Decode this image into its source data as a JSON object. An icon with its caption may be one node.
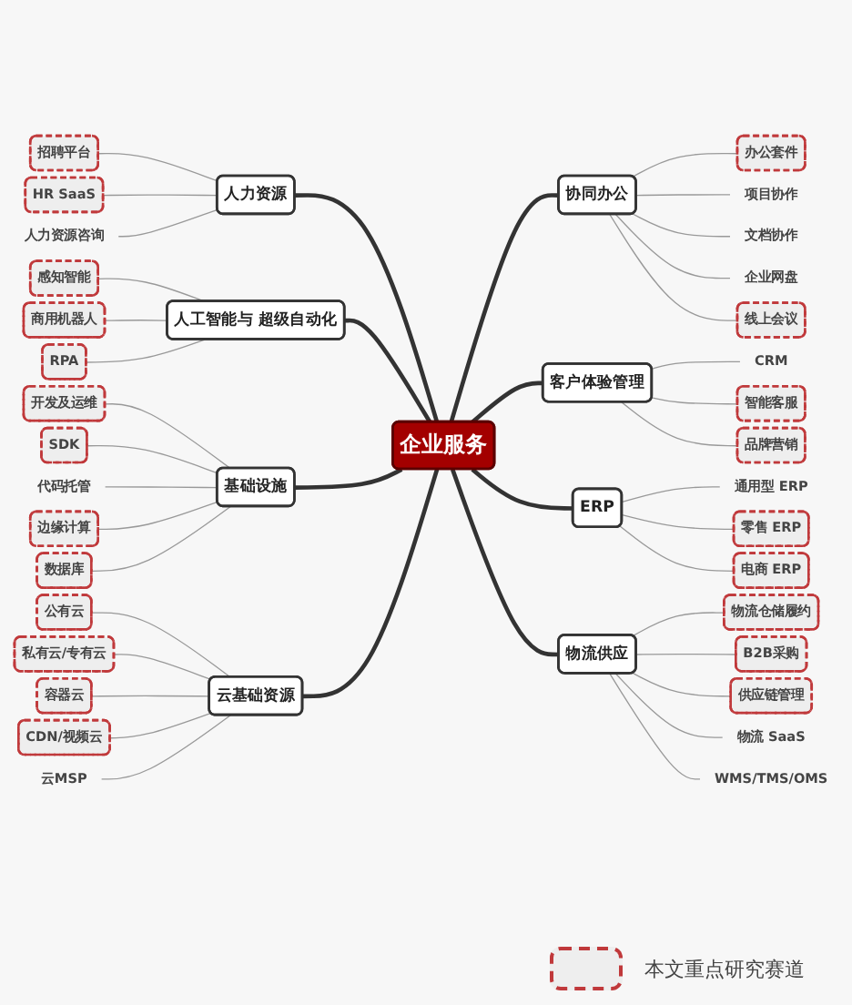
{
  "diagram": {
    "nodes": [
      {
        "text": [
          "企业服务"
        ]
      },
      {
        "text": [
          "人力资源"
        ]
      },
      {
        "text": [
          "招聘平台"
        ]
      },
      {
        "text": [
          "HR SaaS"
        ]
      },
      {
        "text": [
          "人力资源咨询"
        ]
      },
      {
        "text": [
          "人工智能与 超级自动化"
        ]
      },
      {
        "text": [
          "感知智能"
        ]
      },
      {
        "text": [
          "商用机器人"
        ]
      },
      {
        "text": [
          "RPA"
        ]
      },
      {
        "text": [
          "基础设施"
        ]
      },
      {
        "text": [
          "开发及运维"
        ]
      },
      {
        "text": [
          "SDK"
        ]
      },
      {
        "text": [
          "代码托管"
        ]
      },
      {
        "text": [
          "边缘计算"
        ]
      },
      {
        "text": [
          "数据库"
        ]
      },
      {
        "text": [
          "云基础资源"
        ]
      },
      {
        "text": [
          "公有云"
        ]
      },
      {
        "text": [
          "私有云/专有云"
        ]
      },
      {
        "text": [
          "容器云"
        ]
      },
      {
        "text": [
          "CDN/视频云"
        ]
      },
      {
        "text": [
          "云MSP"
        ]
      },
      {
        "text": [
          "协同办公"
        ]
      },
      {
        "text": [
          "办公套件"
        ]
      },
      {
        "text": [
          "项目协作"
        ]
      },
      {
        "text": [
          "文档协作"
        ]
      },
      {
        "text": [
          "企业网盘"
        ]
      },
      {
        "text": [
          "线上会议"
        ]
      },
      {
        "text": [
          "客户体验管理"
        ]
      },
      {
        "text": [
          "CRM"
        ]
      },
      {
        "text": [
          "智能客服"
        ]
      },
      {
        "text": [
          "品牌营销"
        ]
      },
      {
        "text": [
          "ERP"
        ]
      },
      {
        "text": [
          "通用型 ERP"
        ]
      },
      {
        "text": [
          "零售 ERP"
        ]
      },
      {
        "text": [
          "电商 ERP"
        ]
      },
      {
        "text": [
          "物流供应"
        ]
      },
      {
        "text": [
          "物流仓储履约"
        ]
      },
      {
        "text": [
          "B2B采购"
        ]
      },
      {
        "text": [
          "供应链管理"
        ]
      },
      {
        "text": [
          "物流 SaaS"
        ]
      },
      {
        "text": [
          "WMS/TMS/OMS"
        ]
      }
    ],
    "edges": [
      {
        "from": 0,
        "to": 1,
        "arrow": "none",
        "style": "thick",
        "color": "#333333"
      },
      {
        "from": 1,
        "to": 2,
        "arrow": "none"
      },
      {
        "from": 1,
        "to": 3,
        "arrow": "none"
      },
      {
        "from": 1,
        "to": 4,
        "arrow": "none"
      },
      {
        "from": 0,
        "to": 5,
        "arrow": "none",
        "style": "thick",
        "color": "#333333"
      },
      {
        "from": 5,
        "to": 6,
        "arrow": "none"
      },
      {
        "from": 5,
        "to": 7,
        "arrow": "none"
      },
      {
        "from": 5,
        "to": 8,
        "arrow": "none"
      },
      {
        "from": 0,
        "to": 9,
        "arrow": "none",
        "style": "thick",
        "color": "#333333"
      },
      {
        "from": 9,
        "to": 10,
        "arrow": "none"
      },
      {
        "from": 9,
        "to": 11,
        "arrow": "none"
      },
      {
        "from": 9,
        "to": 12,
        "arrow": "none"
      },
      {
        "from": 9,
        "to": 13,
        "arrow": "none"
      },
      {
        "from": 9,
        "to": 14,
        "arrow": "none"
      },
      {
        "from": 0,
        "to": 15,
        "arrow": "none",
        "style": "thick",
        "color": "#333333"
      },
      {
        "from": 15,
        "to": 16,
        "arrow": "none"
      },
      {
        "from": 15,
        "to": 17,
        "arrow": "none"
      },
      {
        "from": 15,
        "to": 18,
        "arrow": "none"
      },
      {
        "from": 15,
        "to": 19,
        "arrow": "none"
      },
      {
        "from": 15,
        "to": 20,
        "arrow": "none"
      },
      {
        "from": 0,
        "to": 21,
        "arrow": "none",
        "style": "thick",
        "color": "#333333"
      },
      {
        "from": 21,
        "to": 22,
        "arrow": "none"
      },
      {
        "from": 21,
        "to": 23,
        "arrow": "none"
      },
      {
        "from": 21,
        "to": 24,
        "arrow": "none"
      },
      {
        "from": 21,
        "to": 25,
        "arrow": "none"
      },
      {
        "from": 21,
        "to": 26,
        "arrow": "none"
      },
      {
        "from": 0,
        "to": 27,
        "arrow": "none",
        "style": "thick",
        "color": "#333333"
      },
      {
        "from": 27,
        "to": 28,
        "arrow": "none"
      },
      {
        "from": 27,
        "to": 29,
        "arrow": "none"
      },
      {
        "from": 27,
        "to": 30,
        "arrow": "none"
      },
      {
        "from": 0,
        "to": 31,
        "arrow": "none",
        "style": "thick",
        "color": "#333333"
      },
      {
        "from": 31,
        "to": 32,
        "arrow": "none"
      },
      {
        "from": 31,
        "to": 33,
        "arrow": "none"
      },
      {
        "from": 31,
        "to": 34,
        "arrow": "none"
      },
      {
        "from": 0,
        "to": 35,
        "arrow": "none",
        "style": "thick",
        "color": "#333333"
      },
      {
        "from": 35,
        "to": 36,
        "arrow": "none"
      },
      {
        "from": 35,
        "to": 37,
        "arrow": "none"
      },
      {
        "from": 35,
        "to": 38,
        "arrow": "none"
      },
      {
        "from": 35,
        "to": 39,
        "arrow": "none"
      },
      {
        "from": 35,
        "to": 40,
        "arrow": "none"
      }
    ],
    "legend": [
      {
        "text": "本文重点研究赛道"
      }
    ]
  }
}
